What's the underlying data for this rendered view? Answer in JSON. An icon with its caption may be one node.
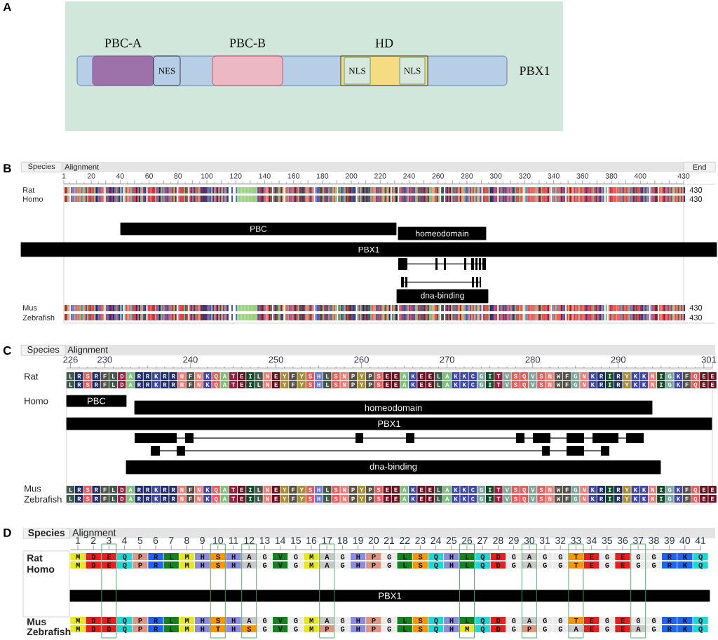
{
  "diagram": {
    "nodes": [
      {
        "text": [
          "PBX1"
        ]
      },
      {
        "text": [
          "PBC-A"
        ],
        "in": 0
      },
      {
        "text": [
          "NES"
        ],
        "in": 0
      },
      {
        "text": [
          "PBC-B"
        ],
        "in": 0
      },
      {
        "text": [
          "HD"
        ],
        "in": 0
      },
      {
        "text": [
          "NLS"
        ],
        "in": 4
      },
      {
        "text": [
          "NLS"
        ],
        "in": 4
      },
      {
        "text": [
          "PBC"
        ]
      },
      {
        "text": [
          "homeodomain"
        ]
      },
      {
        "text": [
          "PBX1"
        ]
      },
      {
        "text": [
          "dna-binding"
        ]
      },
      {
        "text": [
          "PBC"
        ]
      },
      {
        "text": [
          "homeodomain"
        ]
      },
      {
        "text": [
          "PBX1"
        ]
      },
      {
        "text": [
          "dna-binding"
        ]
      },
      {
        "text": [
          "PBX1"
        ]
      }
    ],
    "labels": [
      "A",
      "B",
      "Species",
      "Alignment",
      "End",
      "1",
      "20",
      "40",
      "60",
      "80",
      "100",
      "120",
      "140",
      "160",
      "180",
      "200",
      "220",
      "240",
      "260",
      "280",
      "300",
      "320",
      "340",
      "360",
      "380",
      "400",
      "430",
      "Rat",
      "430",
      "Homo",
      "430",
      "Mus",
      "430",
      "Zebrafish",
      "430",
      "C",
      "Species",
      "Alignment",
      "226",
      "230",
      "240",
      "250",
      "260",
      "270",
      "280",
      "290",
      "301",
      "Rat",
      "L R S R F L D A R R K R R N F N K Q A T E I L N E Y F Y S H L S N P Y P S E E A K E E L A K K C G I T V S Q V S N W F G N K R I R Y K K N I G K F Q E E",
      "L R S R F L D A R R K R R N F N K Q A T E I L N E Y F Y S H L S N P Y P S E E A K E E L A K K C G I T V S Q V S N W F G N K R I R Y K K N I G K F Q E E",
      "Homo",
      "Mus",
      "L R S R F L D A R R K R R N F N K Q A T E I L N E Y F Y S H L S N P Y P S E E A K E E L A K K C G I T V S Q V S N W F G N K R I R Y K K N I G K F Q E E",
      "Zebrafish",
      "L R S R F L D A R R K R R N F N K Q A T E I L N E Y F Y S H L S N P Y P S E E A K E E L A K K C G I T V S Q V S N W F G N K R I R Y K K N I G K F Q E E",
      "D",
      "Species",
      "Alignment",
      "1",
      "2",
      "3",
      "4",
      "5",
      "6",
      "7",
      "8",
      "9",
      "10",
      "11",
      "12",
      "13",
      "14",
      "15",
      "16",
      "17",
      "18",
      "19",
      "20",
      "21",
      "22",
      "23",
      "24",
      "25",
      "26",
      "27",
      "28",
      "29",
      "30",
      "31",
      "32",
      "33",
      "34",
      "35",
      "36",
      "37",
      "38",
      "39",
      "40",
      "41",
      "Rat",
      "M D E Q P R L M H S H A G V G M A G H P G L S Q H L Q D G A G G T E G E G G R K Q",
      "Homo",
      "M D E Q P R L M H S H A G V G M A G H P G L S Q H L Q D G A G G T E G E G G R K Q",
      "Mus",
      "M D E Q P R L M H S H A G V G M A G H P G L S Q H L Q D G A G G T E G E G G R K Q",
      "Zebrafish",
      "M D D Q P R L M H T H S G V G M P G H P G L S Q H M Q D G P G G A E G E A G R K Q"
    ]
  }
}
